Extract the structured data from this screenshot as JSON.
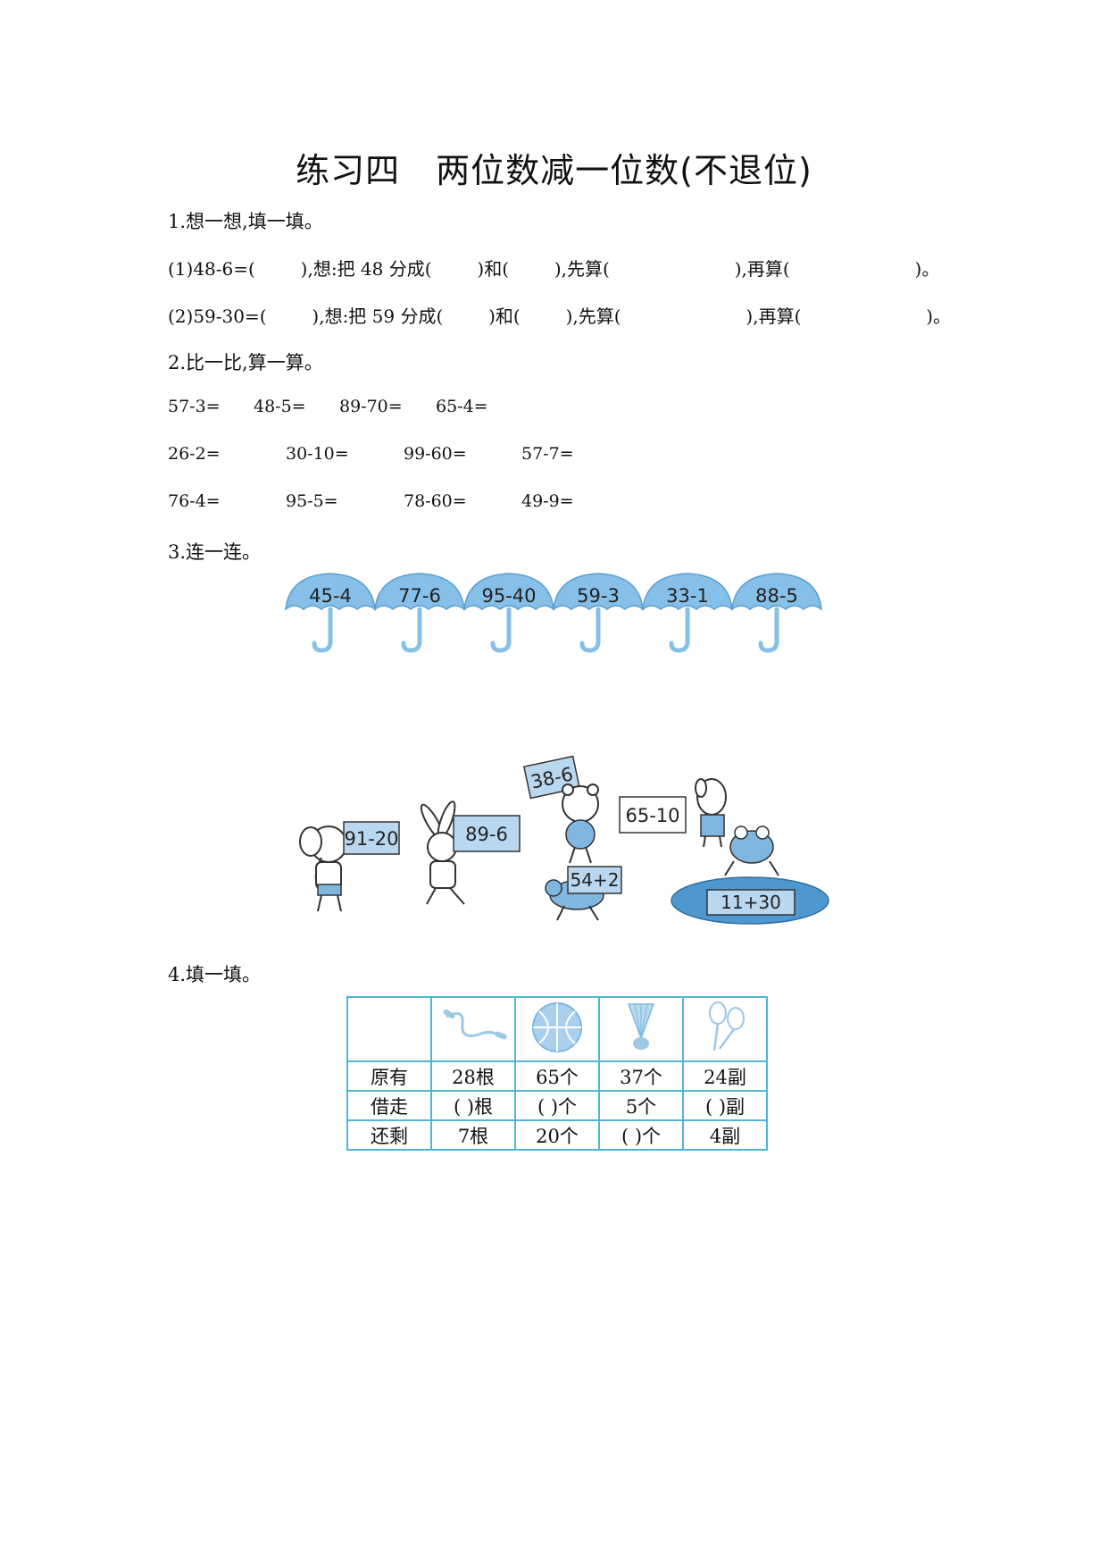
{
  "title_part1": "练习四",
  "title_part2": "两位数减一位数(不退位)",
  "q1": {
    "heading": "1.想一想,填一填。",
    "line1": "(1)48-6=(        ),想:把 48 分成(        )和(        ),先算(                      ),再算(                      )。",
    "line2": "(2)59-30=(        ),想:把 59 分成(        )和(        ),先算(                      ),再算(                      )。"
  },
  "q2": {
    "heading": "2.比一比,算一算。",
    "rows": [
      [
        "57-3=",
        "48-5=",
        "89-70=",
        "65-4="
      ],
      [
        "26-2=",
        "30-10=",
        "99-60=",
        "57-7="
      ],
      [
        "76-4=",
        "95-5=",
        "78-60=",
        "49-9="
      ]
    ]
  },
  "q3": {
    "heading": "3.连一连。",
    "umbrellas": [
      "45-4",
      "77-6",
      "95-40",
      "59-3",
      "33-1",
      "88-5"
    ],
    "animals": [
      "91-20",
      "89-6",
      "38-6",
      "65-10",
      "54+2",
      "11+30"
    ]
  },
  "q4": {
    "heading": "4.填一填。",
    "icons": [
      "jump-rope-icon",
      "ball-icon",
      "shuttlecock-icon",
      "badminton-racket-icon"
    ],
    "rows": [
      {
        "label": "原有",
        "cells": [
          "28根",
          "65个",
          "37个",
          "24副"
        ]
      },
      {
        "label": "借走",
        "cells": [
          "(    )根",
          "(    )个",
          "5个",
          "(    )副"
        ]
      },
      {
        "label": "还剩",
        "cells": [
          "7根",
          "20个",
          "(    )个",
          "4副"
        ]
      }
    ]
  },
  "colors": {
    "accent": "#7fb7e0",
    "table_border": "#4fb6d6",
    "sign_fill": "#b9d8f0"
  }
}
